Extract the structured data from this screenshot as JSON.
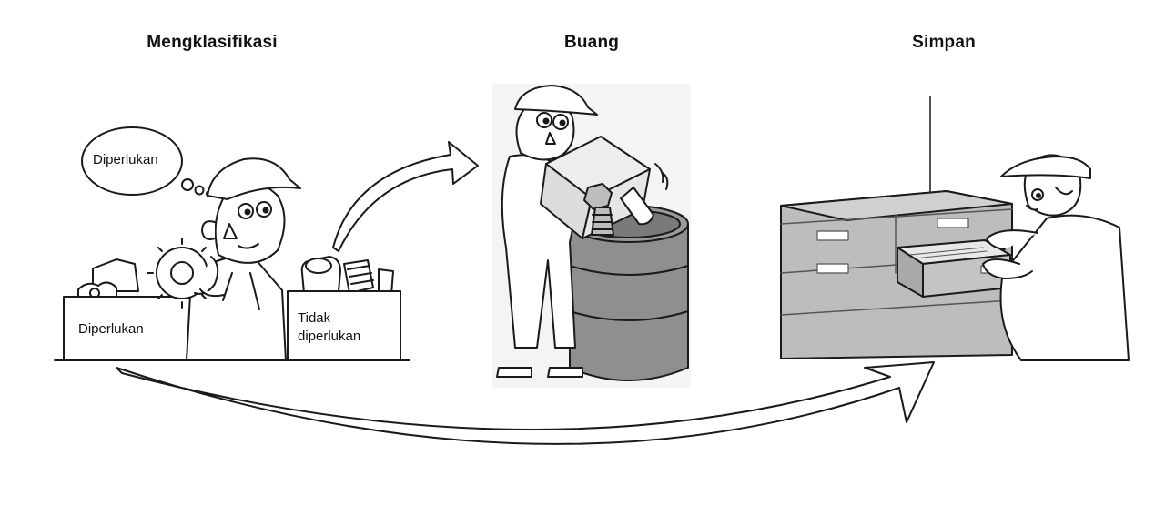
{
  "steps": [
    {
      "title": "Mengklasifikasi"
    },
    {
      "title": "Buang"
    },
    {
      "title": "Simpan"
    }
  ],
  "labels": {
    "thought_bubble": "Diperlukan",
    "box_needed": "Diperlukan",
    "box_not_needed_line1": "Tidak",
    "box_not_needed_line2": "diperlukan"
  },
  "colors": {
    "line": "#1a1a1a",
    "barrel": "#8f8f8f",
    "cabinet": "#bdbdbd",
    "cabinet_shadow": "#a9a9a9"
  }
}
